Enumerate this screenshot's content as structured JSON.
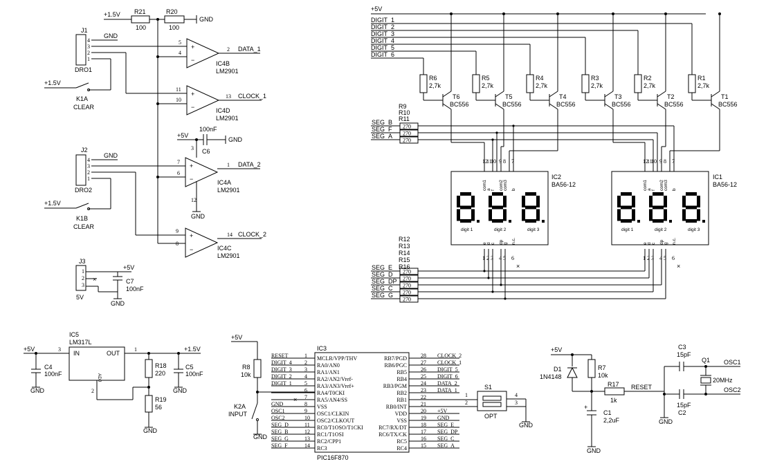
{
  "power": {
    "plus5": "+5V",
    "plus1_5": "+1.5V",
    "gnd": "GND",
    "v5": "5V"
  },
  "top_left": {
    "r21": {
      "name": "R21",
      "value": "100"
    },
    "r20": {
      "name": "R20",
      "value": "100"
    },
    "j1": {
      "name": "J1",
      "sub": "DRO1",
      "pins": [
        "4",
        "3",
        "2",
        "1"
      ]
    },
    "j2": {
      "name": "J2",
      "sub": "DRO2",
      "pins": [
        "4",
        "3",
        "2",
        "1"
      ]
    },
    "j3": {
      "name": "J3",
      "pins": [
        "1",
        "2",
        "3"
      ]
    },
    "k1a": {
      "name": "K1A",
      "sub": "CLEAR"
    },
    "k1b": {
      "name": "K1B",
      "sub": "CLEAR"
    },
    "c6": {
      "name": "C6",
      "value": "100nF"
    },
    "c7": {
      "name": "C7",
      "value": "100nF"
    },
    "ic4b": {
      "name": "IC4B",
      "part": "LM2901",
      "in_p": "5",
      "in_n": "4",
      "out": "2",
      "net": "DATA_1"
    },
    "ic4d": {
      "name": "IC4D",
      "part": "LM2901",
      "in_p": "11",
      "in_n": "10",
      "out": "13",
      "net": "CLOCK_1"
    },
    "ic4a": {
      "name": "IC4A",
      "part": "LM2901",
      "in_p": "7",
      "in_n": "6",
      "out": "1",
      "net": "DATA_2",
      "vcc": "3",
      "vee": "12"
    },
    "ic4c": {
      "name": "IC4C",
      "part": "LM2901",
      "in_p": "9",
      "in_n": "8",
      "out": "14",
      "net": "CLOCK_2"
    }
  },
  "display": {
    "digits": [
      "DIGIT_1",
      "DIGIT_2",
      "DIGIT_3",
      "DIGIT_4",
      "DIGIT_5",
      "DIGIT_6"
    ],
    "resistors": [
      {
        "name": "R6",
        "value": "2,7k"
      },
      {
        "name": "R5",
        "value": "2,7k"
      },
      {
        "name": "R4",
        "value": "2,7k"
      },
      {
        "name": "R3",
        "value": "2,7k"
      },
      {
        "name": "R2",
        "value": "2,7k"
      },
      {
        "name": "R1",
        "value": "2,7k"
      }
    ],
    "transistors": [
      {
        "name": "T6",
        "part": "BC556"
      },
      {
        "name": "T5",
        "part": "BC556"
      },
      {
        "name": "T4",
        "part": "BC556"
      },
      {
        "name": "T3",
        "part": "BC556"
      },
      {
        "name": "T2",
        "part": "BC556"
      },
      {
        "name": "T1",
        "part": "BC556"
      }
    ],
    "seg_top": {
      "names": [
        "R9",
        "R10",
        "R11"
      ],
      "nets": [
        "SEG_B",
        "SEG_F",
        "SEG_A"
      ],
      "value": "270"
    },
    "seg_bottom": {
      "names": [
        "R12",
        "R13",
        "R14",
        "R15",
        "R16"
      ],
      "nets": [
        "SEG_E",
        "SEG_D",
        "SEG_DP",
        "SEG_C",
        "SEG_G"
      ],
      "value": "270"
    },
    "ic2": {
      "name": "IC2",
      "part": "BA56-12"
    },
    "ic1": {
      "name": "IC1",
      "part": "BA56-12"
    },
    "top_pins": [
      "12",
      "11",
      "10",
      "9",
      "8",
      "7"
    ],
    "top_labels": [
      "com1",
      "a",
      "f",
      "com2",
      "com3",
      "b"
    ],
    "bot_pins": [
      "1",
      "2",
      "3",
      "4",
      "5",
      "6"
    ],
    "bot_labels": [
      "e",
      "d",
      "c",
      "dp",
      "g",
      "n.c."
    ],
    "digit_labels": [
      "digit 1",
      "digit 2",
      "digit 3"
    ]
  },
  "regulator": {
    "ic5": {
      "name": "IC5",
      "part": "LM317L",
      "in": "IN",
      "out": "OUT",
      "adj": "ADJ",
      "pin_in": "3",
      "pin_out": "1",
      "pin_adj": "2"
    },
    "c4": {
      "name": "C4",
      "value": "100nF"
    },
    "c5": {
      "name": "C5",
      "value": "100nF"
    },
    "r18": {
      "name": "R18",
      "value": "220"
    },
    "r19": {
      "name": "R19",
      "value": "56"
    }
  },
  "mcu": {
    "name": "IC3",
    "part": "PIC16F870",
    "r8": {
      "name": "R8",
      "value": "10k"
    },
    "k2a": {
      "name": "K2A",
      "sub": "INPUT"
    },
    "left_pins": [
      {
        "num": "1",
        "pin": "MCLR/VPP/THV",
        "net": "RESET"
      },
      {
        "num": "2",
        "pin": "RA0/AN0",
        "net": "DIGIT_4"
      },
      {
        "num": "3",
        "pin": "RA1/AN1",
        "net": "DIGIT_3"
      },
      {
        "num": "4",
        "pin": "RA2/AN2/Vref-",
        "net": "DIGIT_2"
      },
      {
        "num": "5",
        "pin": "RA3/AN3/Vref+",
        "net": "DIGIT_1"
      },
      {
        "num": "6",
        "pin": "RA4/T0CKI",
        "net": ""
      },
      {
        "num": "7",
        "pin": "RA5/AN4/SS",
        "net": ""
      },
      {
        "num": "8",
        "pin": "VSS",
        "net": "GND"
      },
      {
        "num": "9",
        "pin": "OSC1/CLKIN",
        "net": "OSC1"
      },
      {
        "num": "10",
        "pin": "OSC2/CLKOUT",
        "net": "OSC2"
      },
      {
        "num": "11",
        "pin": "RC0/T1OSO/T1CKI",
        "net": "SEG_D"
      },
      {
        "num": "12",
        "pin": "RC1/T1OSI",
        "net": "SEG_B"
      },
      {
        "num": "13",
        "pin": "RC2/CPP1",
        "net": "SEG_G"
      },
      {
        "num": "14",
        "pin": "RC3",
        "net": "SEG_F"
      }
    ],
    "right_pins": [
      {
        "num": "28",
        "pin": "RB7/PGD",
        "net": "CLOCK_2"
      },
      {
        "num": "27",
        "pin": "RB6/PGC",
        "net": "CLOCK_1"
      },
      {
        "num": "26",
        "pin": "RB5",
        "net": "DIGIT_5"
      },
      {
        "num": "25",
        "pin": "RB4",
        "net": "DIGIT_6"
      },
      {
        "num": "24",
        "pin": "RB3/PGM",
        "net": "DATA_2"
      },
      {
        "num": "23",
        "pin": "RB2",
        "net": "DATA_1"
      },
      {
        "num": "22",
        "pin": "RB1",
        "net": ""
      },
      {
        "num": "21",
        "pin": "RB0/INT",
        "net": ""
      },
      {
        "num": "20",
        "pin": "VDD",
        "net": "+5V"
      },
      {
        "num": "19",
        "pin": "VSS",
        "net": "GND"
      },
      {
        "num": "18",
        "pin": "RC7/RX/DT",
        "net": "SEG_E"
      },
      {
        "num": "17",
        "pin": "RC6/TX/CK",
        "net": "SEG_DP"
      },
      {
        "num": "16",
        "pin": "RC5",
        "net": "SEG_C"
      },
      {
        "num": "15",
        "pin": "RC4",
        "net": "SEG_A"
      }
    ],
    "s1": {
      "name": "S1",
      "sub": "OPT",
      "pins": [
        "1",
        "2",
        "3",
        "4"
      ]
    }
  },
  "reset": {
    "d1": {
      "name": "D1",
      "part": "1N4148"
    },
    "r7": {
      "name": "R7",
      "value": "10k"
    },
    "r17": {
      "name": "R17",
      "value": "1k"
    },
    "c1": {
      "name": "C1",
      "value": "2,2uF"
    },
    "net": "RESET"
  },
  "osc": {
    "c3": {
      "name": "C3",
      "value": "15pF"
    },
    "c2": {
      "name": "C2",
      "value": "15pF"
    },
    "q1": {
      "name": "Q1",
      "value": "20MHz"
    },
    "osc1": "OSC1",
    "osc2": "OSC2"
  }
}
